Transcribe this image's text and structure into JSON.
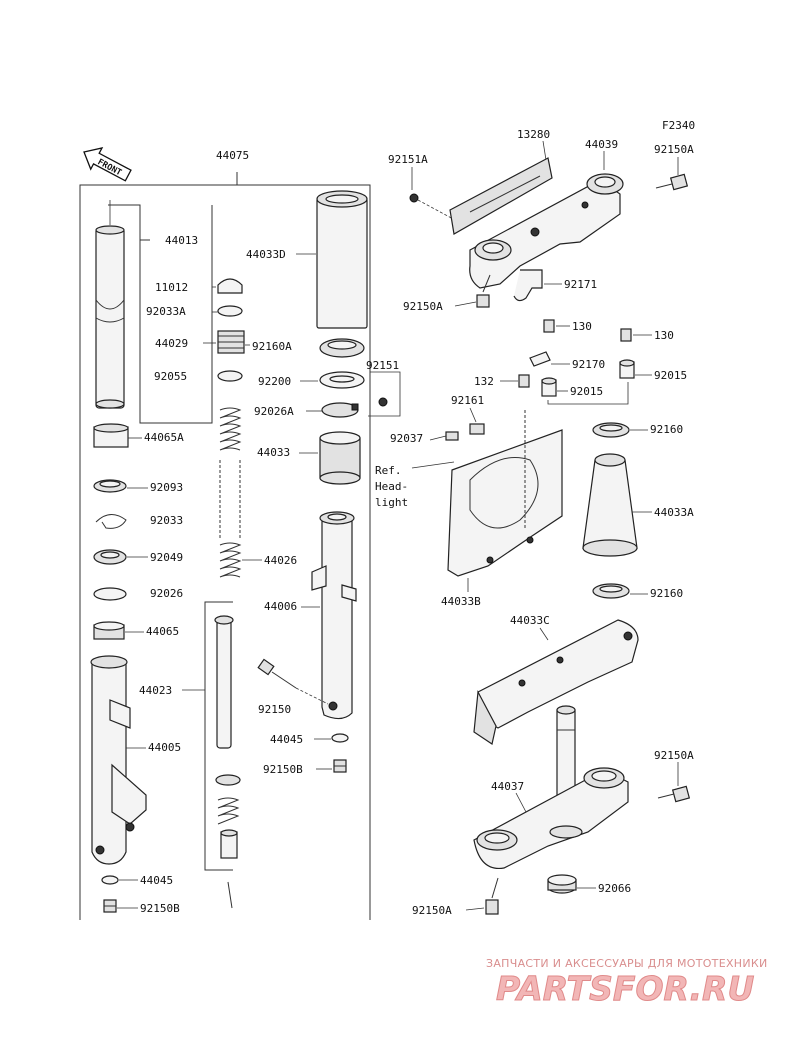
{
  "diagram": {
    "code": "F2340",
    "front_label": "FRONT",
    "ref_note": [
      "Ref.",
      "Head-",
      "light"
    ]
  },
  "labels": {
    "p44075": "44075",
    "p44013": "44013",
    "p44065A": "44065A",
    "p11012": "11012",
    "p92033A": "92033A",
    "p44029": "44029",
    "p92160A": "92160A",
    "p92055": "92055",
    "p92093": "92093",
    "p92033": "92033",
    "p92049": "92049",
    "p92026": "92026",
    "p44065": "44065",
    "p44023": "44023",
    "p44005": "44005",
    "p44045_left": "44045",
    "p92150B_left": "92150B",
    "p44033D": "44033D",
    "p92200": "92200",
    "p92151": "92151",
    "p92026A": "92026A",
    "p44033": "44033",
    "p44026": "44026",
    "p44006": "44006",
    "p92150": "92150",
    "p44045_mid": "44045",
    "p92150B_mid": "92150B",
    "p92151A": "92151A",
    "p13280": "13280",
    "p44039": "44039",
    "p92150A_top": "92150A",
    "p92171": "92171",
    "p92150A_topleft": "92150A",
    "p130_a": "130",
    "p130_b": "130",
    "p92170": "92170",
    "p132": "132",
    "p92015_a": "92015",
    "p92015_b": "92015",
    "p92161": "92161",
    "p92037": "92037",
    "p92160_a": "92160",
    "p44033A": "44033A",
    "p44033B": "44033B",
    "p92160_b": "92160",
    "p44033C": "44033C",
    "p92150A_right": "92150A",
    "p44037": "44037",
    "p92066": "92066",
    "p92150A_bottom": "92150A"
  },
  "watermark": {
    "tagline": "ЗАПЧАСТИ И АКСЕССУАРЫ ДЛЯ МОТОТЕХНИКИ",
    "brand": "PARTSFOR.RU"
  }
}
